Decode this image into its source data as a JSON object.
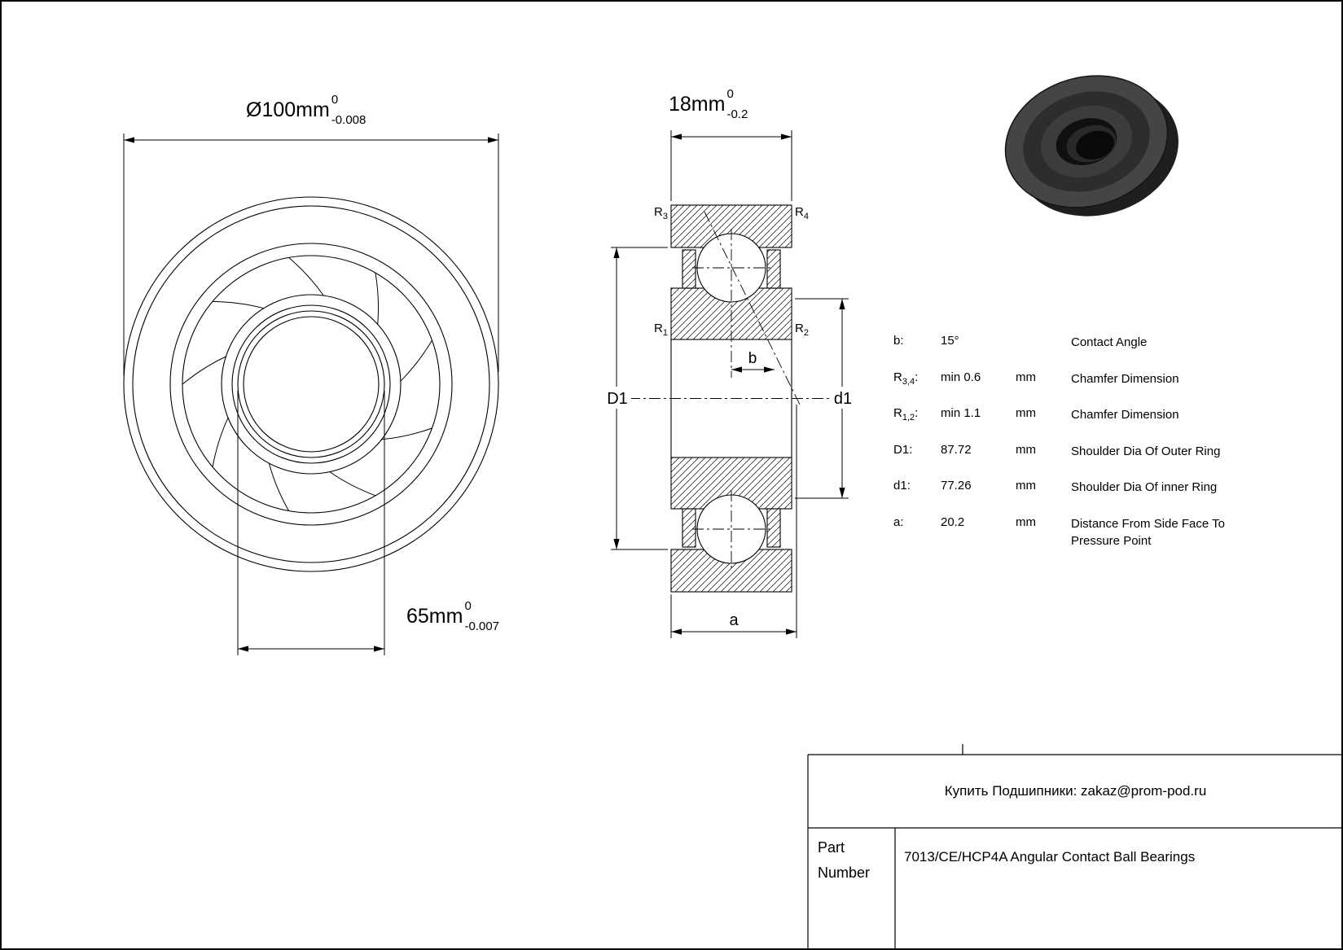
{
  "drawing": {
    "front_view": {
      "dim_outer_text": "Ø100mm",
      "dim_outer_tol_upper": "0",
      "dim_outer_tol_lower": "-0.008",
      "dim_bore_text": "65mm",
      "dim_bore_tol_upper": "0",
      "dim_bore_tol_lower": "-0.007"
    },
    "section_view": {
      "dim_width_text": "18mm",
      "dim_width_tol_upper": "0",
      "dim_width_tol_lower": "-0.2",
      "labels": {
        "r3_main": "R",
        "r3_sub": "3",
        "r4_main": "R",
        "r4_sub": "4",
        "r1_main": "R",
        "r1_sub": "1",
        "r2_main": "R",
        "r2_sub": "2",
        "outer_shoulder": "D1",
        "inner_shoulder": "d1",
        "contact_offset": "b",
        "pressure_distance": "a"
      }
    }
  },
  "spec_table": {
    "rows": [
      {
        "label_main": "b",
        "label_sub": "",
        "label_end": ":",
        "value": "15°",
        "unit": "",
        "desc": "Contact Angle"
      },
      {
        "label_main": "R",
        "label_sub": "3,4",
        "label_end": ":",
        "value": "min 0.6",
        "unit": "mm",
        "desc": "Chamfer Dimension"
      },
      {
        "label_main": "R",
        "label_sub": "1,2",
        "label_end": " :",
        "value": "min 1.1",
        "unit": "mm",
        "desc": "Chamfer Dimension"
      },
      {
        "label_main": "D1",
        "label_sub": "",
        "label_end": ":",
        "value": "87.72",
        "unit": "mm",
        "desc": "Shoulder Dia Of Outer Ring"
      },
      {
        "label_main": "d1",
        "label_sub": "",
        "label_end": ":",
        "value": "77.26",
        "unit": "mm",
        "desc": "Shoulder Dia Of inner Ring"
      },
      {
        "label_main": "a",
        "label_sub": "",
        "label_end": ":",
        "value": "20.2",
        "unit": "mm",
        "desc": "Distance From Side Face To Pressure Point"
      }
    ]
  },
  "footer": {
    "contact_line": "Купить Подшипники: zakaz@prom-pod.ru",
    "part_number_label": "Part Number",
    "part_number_value": "7013/CE/HCP4A Angular Contact Ball Bearings"
  }
}
